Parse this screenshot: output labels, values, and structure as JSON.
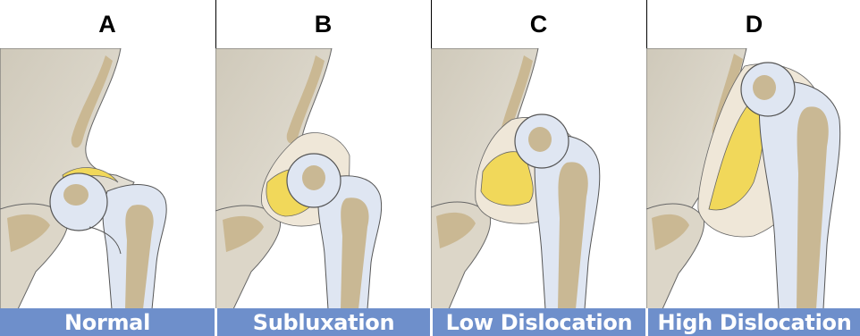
{
  "panels": [
    {
      "letter": "A",
      "caption": "Normal"
    },
    {
      "letter": "B",
      "caption": "Subluxation"
    },
    {
      "letter": "C",
      "caption": "Low Dislocation"
    },
    {
      "letter": "D",
      "caption": "High Dislocation"
    }
  ],
  "colors": {
    "bone_outer": "#d8d2c3",
    "bone_inner": "#c7b38a",
    "pelvis_shade": "#c9c3b4",
    "cartilage": "#dfe6f2",
    "socket_yellow": "#f1d85a",
    "capsule": "#efe7d8",
    "caption_bar": "#6e8fcb",
    "caption_text": "#ffffff"
  }
}
